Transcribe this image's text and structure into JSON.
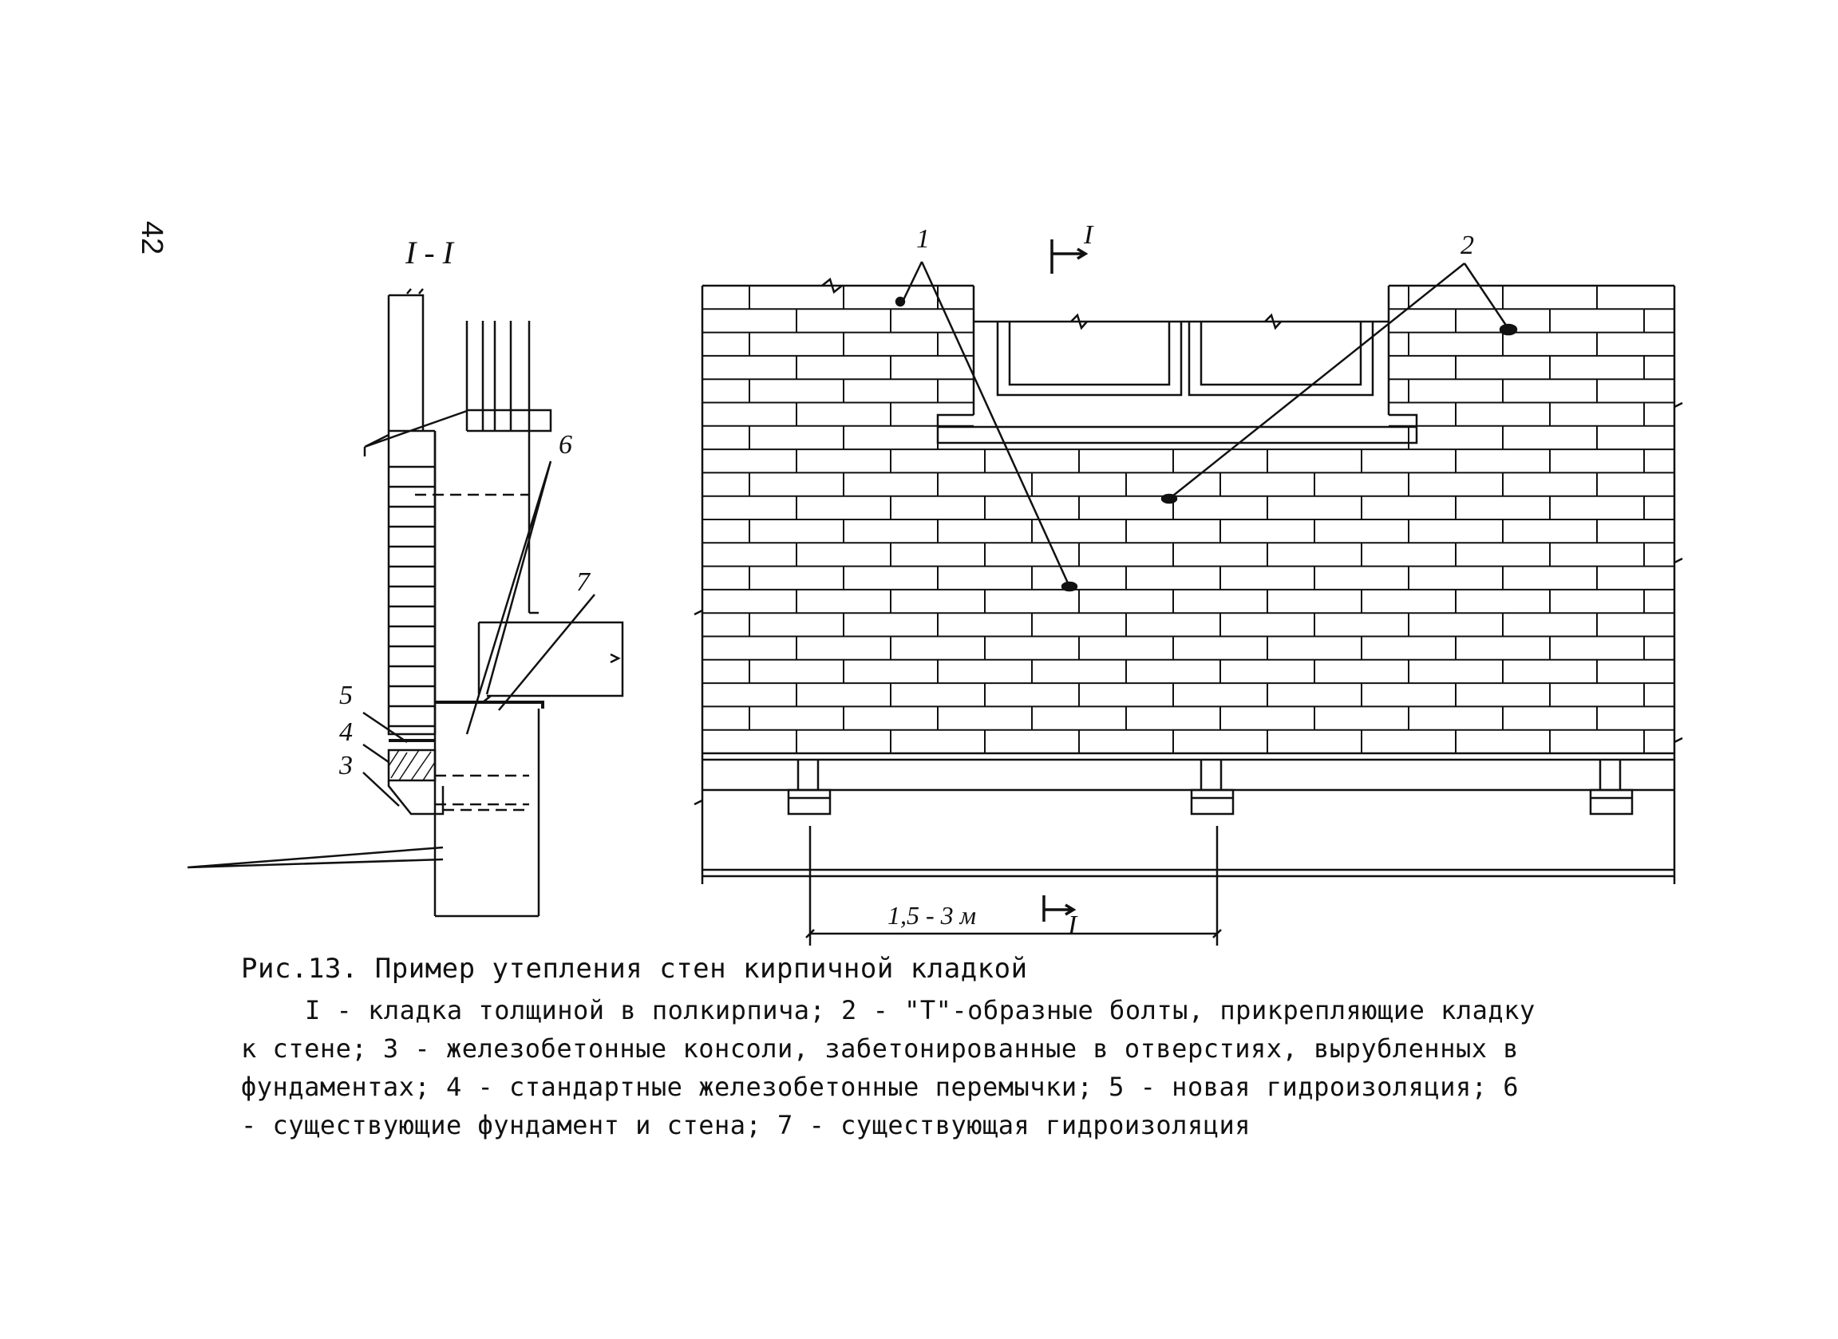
{
  "page_number": "42",
  "section_view": {
    "section_label": "I - I",
    "callouts": {
      "three": "3",
      "four": "4",
      "five": "5",
      "six": "6",
      "seven": "7"
    }
  },
  "elevation_view": {
    "callouts": {
      "one": "1",
      "two": "2"
    },
    "section_marker_top": "I",
    "section_marker_bottom": "I",
    "span_dimension": "1,5 - 3 м"
  },
  "caption": {
    "title": "Рис.13. Пример утепления стен кирпичной кладкой",
    "items": [
      "I - кладка толщиной в полкирпича;",
      "2 - \"Т\"-образные болты, прикрепляющие кладку к стене;",
      "3 - железобетонные консоли, забетонированные в отверстиях, вырубленных в фундаментах;",
      "4 - стандартные железобетонные перемычки;",
      "5 - новая гидроизоляция;",
      "6 - существующие фундамент и стена;",
      "7 - существующая гидроизоляция"
    ]
  }
}
